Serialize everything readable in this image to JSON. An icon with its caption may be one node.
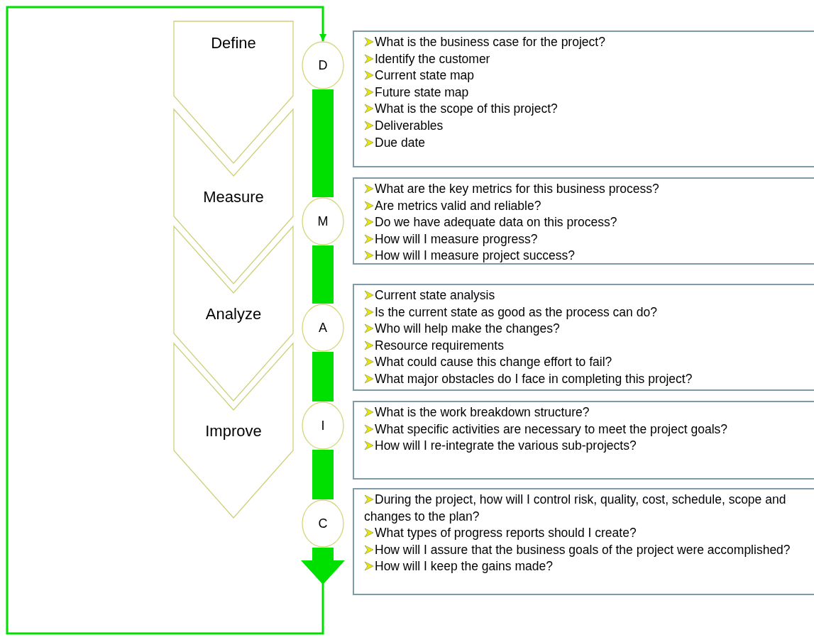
{
  "diagram": {
    "nodes": [
      {
        "text": [
          "Define"
        ]
      },
      {
        "text": [
          "Measure"
        ]
      },
      {
        "text": [
          "Analyze"
        ]
      },
      {
        "text": [
          "Improve"
        ]
      },
      {
        "text": [
          "D"
        ]
      },
      {
        "text": [
          "M"
        ]
      },
      {
        "text": [
          "A"
        ]
      },
      {
        "text": [
          "I"
        ]
      },
      {
        "text": [
          "C"
        ]
      },
      {
        "text": [
          "What is the business case for the project?",
          "Identify the customer",
          "Current state map",
          "Future state map",
          "What is the scope of this project?",
          "Deliverables",
          "Due date"
        ]
      },
      {
        "text": [
          "What are the key metrics for this business process?",
          "Are metrics valid and reliable?",
          "Do we have adequate data on this process?",
          "How will I measure progress?",
          "How will I measure project success?"
        ]
      },
      {
        "text": [
          "Current state analysis",
          "Is the current state as good as the process can do?",
          "Who will help make the changes?",
          "Resource requirements",
          "What could cause this change effort to fail?",
          "What major obstacles do I face in completing this project?"
        ]
      },
      {
        "text": [
          "What is the work breakdown structure?",
          "What specific activities are necessary to meet the project goals?",
          "How will I re-integrate the various sub-projects?"
        ]
      },
      {
        "text": [
          "During the project, how will I control risk, quality, cost, schedule, scope and changes to the plan?",
          "What types of progress reports should I create?",
          "How will I assure that the business goals of the project were accomplished?",
          "How will I keep the gains made?"
        ]
      }
    ],
    "edges": [
      {
        "from": 4,
        "to": 5,
        "arrow": "none"
      },
      {
        "from": 5,
        "to": 6,
        "arrow": "none"
      },
      {
        "from": 6,
        "to": 7,
        "arrow": "none"
      },
      {
        "from": 7,
        "to": 8,
        "arrow": "none"
      },
      {
        "from": 8,
        "to": 4,
        "arrow": "to"
      }
    ]
  }
}
